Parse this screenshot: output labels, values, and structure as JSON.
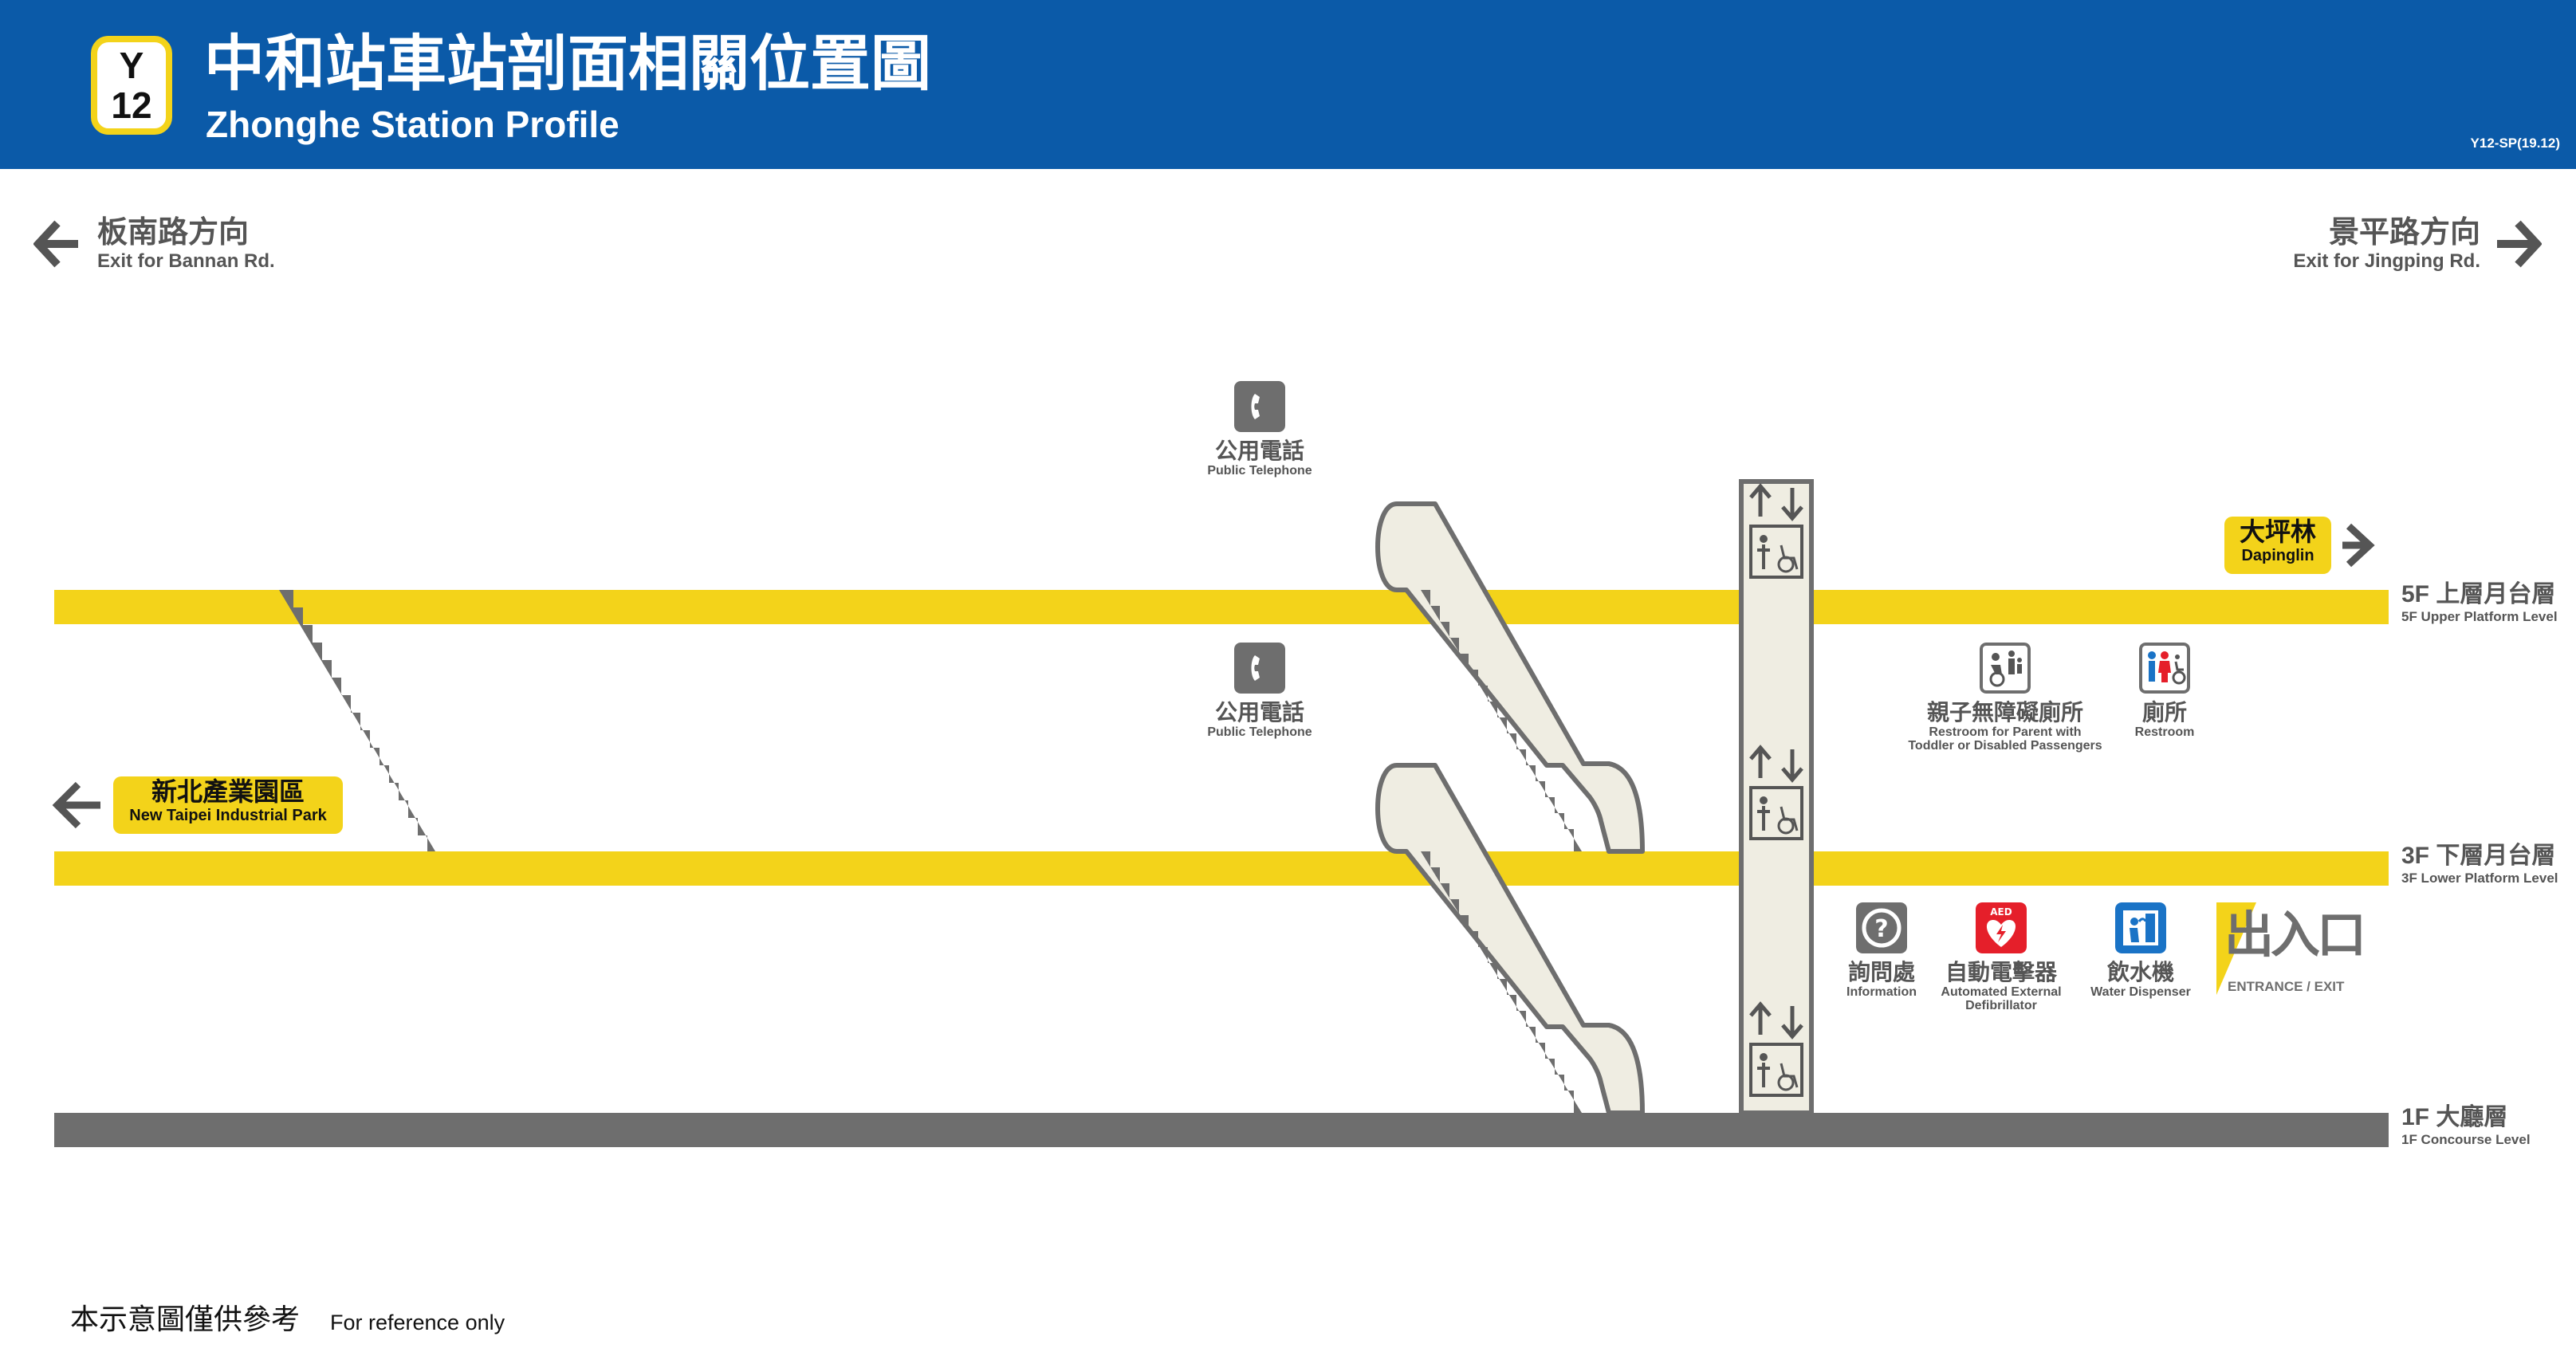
{
  "header": {
    "line_code_letter": "Y",
    "line_code_number": "12",
    "title_zh": "中和站車站剖面相關位置圖",
    "title_en": "Zhonghe Station Profile",
    "doc_code": "Y12-SP(19.12)"
  },
  "exits": {
    "left_zh": "板南路方向",
    "left_en": "Exit for Bannan Rd.",
    "right_zh": "景平路方向",
    "right_en": "Exit for Jingping Rd."
  },
  "destinations": {
    "upper_zh": "大坪林",
    "upper_en": "Dapinglin",
    "lower_zh": "新北產業園區",
    "lower_en": "New Taipei Industrial Park"
  },
  "floors": {
    "f5_zh": "5F 上層月台層",
    "f5_en": "5F Upper Platform Level",
    "f3_zh": "3F 下層月台層",
    "f3_en": "3F Lower Platform Level",
    "f1_zh": "1F 大廳層",
    "f1_en": "1F Concourse Level"
  },
  "facilities": {
    "phone_zh": "公用電話",
    "phone_en": "Public Telephone",
    "family_restroom_zh": "親子無障礙廁所",
    "family_restroom_en1": "Restroom for Parent with",
    "family_restroom_en2": "Toddler or Disabled Passengers",
    "restroom_zh": "廁所",
    "restroom_en": "Restroom",
    "info_zh": "詢問處",
    "info_en": "Information",
    "aed_zh": "自動電擊器",
    "aed_en1": "Automated External",
    "aed_en2": "Defibrillator",
    "aed_badge": "AED",
    "water_zh": "飲水機",
    "water_en": "Water Dispenser",
    "exit_zh": "出入口",
    "exit_en": "ENTRANCE / EXIT"
  },
  "footer": {
    "note_zh": "本示意圖僅供參考",
    "note_en": "For reference only"
  },
  "colors": {
    "header_blue": "#0b5aa8",
    "platform_yellow": "#f3d31a",
    "concourse_gray": "#6e6e6e",
    "escalator_fill": "#efede2",
    "aed_red": "#e51f2a",
    "water_blue": "#1a73c6"
  }
}
